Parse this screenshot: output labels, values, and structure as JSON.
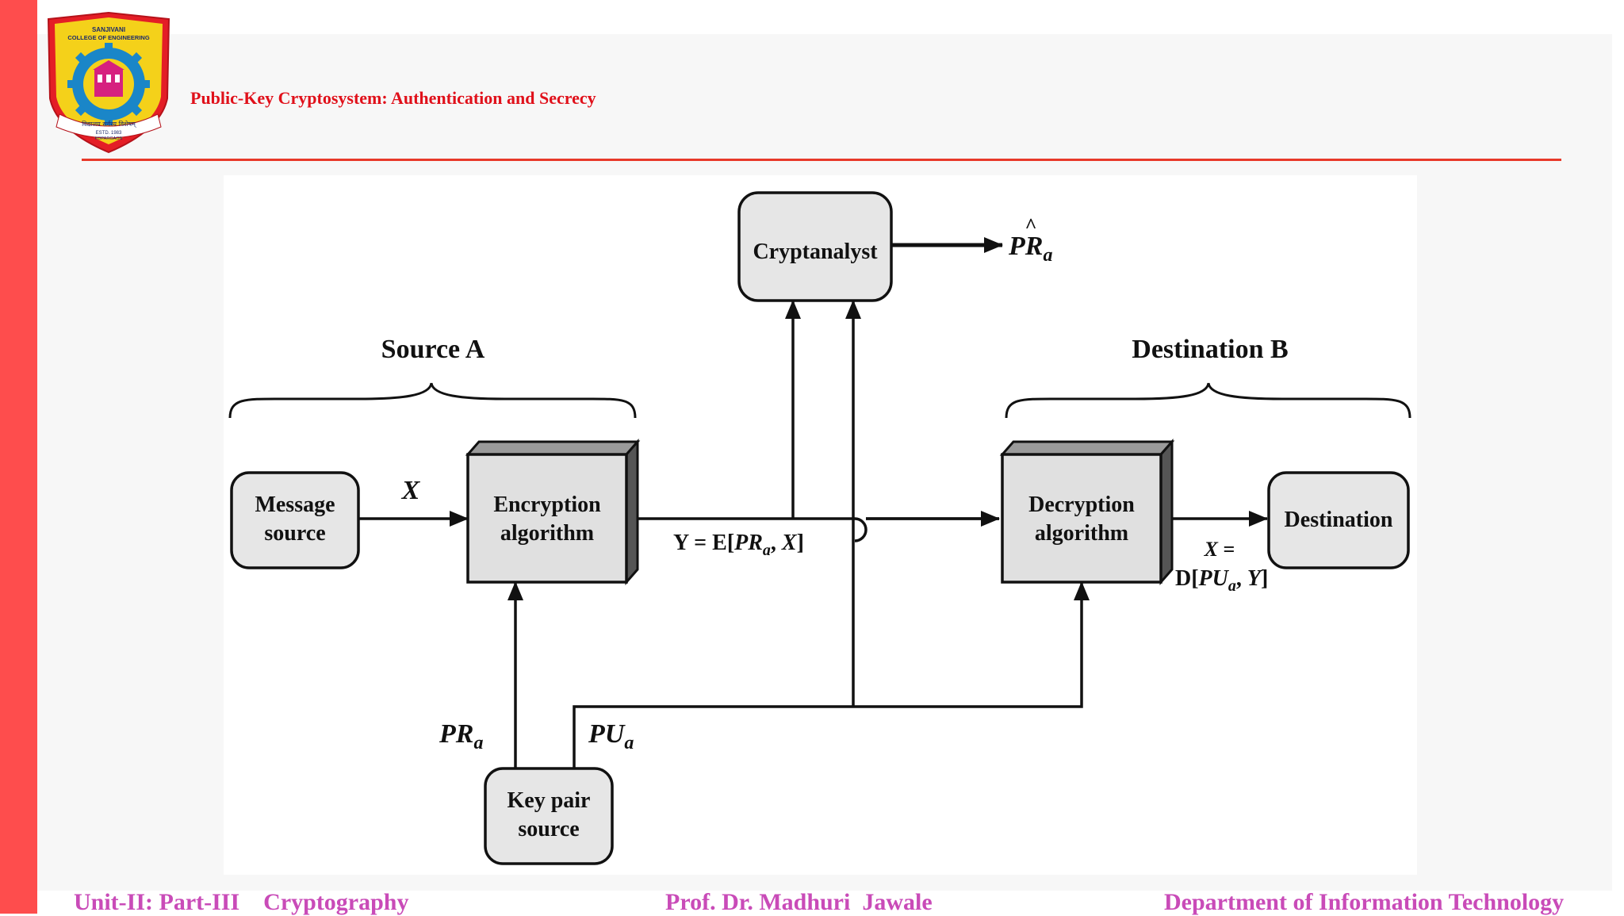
{
  "header": {
    "title": "Public-Key Cryptosystem: Authentication and Secrecy",
    "logo": {
      "name": "SANJIVANI",
      "line2": "COLLEGE OF ENGINEERING",
      "motto": "विद्यालय सर्वस्य विशेषम्",
      "estd": "ESTD. 1983",
      "place": "KOPARGAON"
    }
  },
  "diagram": {
    "source_group": "Source A",
    "destination_group": "Destination B",
    "nodes": {
      "message_source": [
        "Message",
        "source"
      ],
      "encryption": [
        "Encryption",
        "algorithm"
      ],
      "cryptanalyst": "Cryptanalyst",
      "decryption": [
        "Decryption",
        "algorithm"
      ],
      "destination": "Destination",
      "key_pair": [
        "Key pair",
        "source"
      ]
    },
    "labels": {
      "x_var": "X",
      "y_prefix": "Y = E[",
      "pr": "PR",
      "pu": "PU",
      "sub_a": "a",
      "x_eq": "X =",
      "d_prefix": "D[",
      "comma": ", ",
      "y_var": "Y",
      "x_in_y": "X",
      "close": "]",
      "hat": "^"
    }
  },
  "footer": {
    "left": "Unit-II: Part-III    Cryptography",
    "center": "Prof. Dr. Madhuri  Jawale",
    "right": "Department of Information Technology"
  }
}
